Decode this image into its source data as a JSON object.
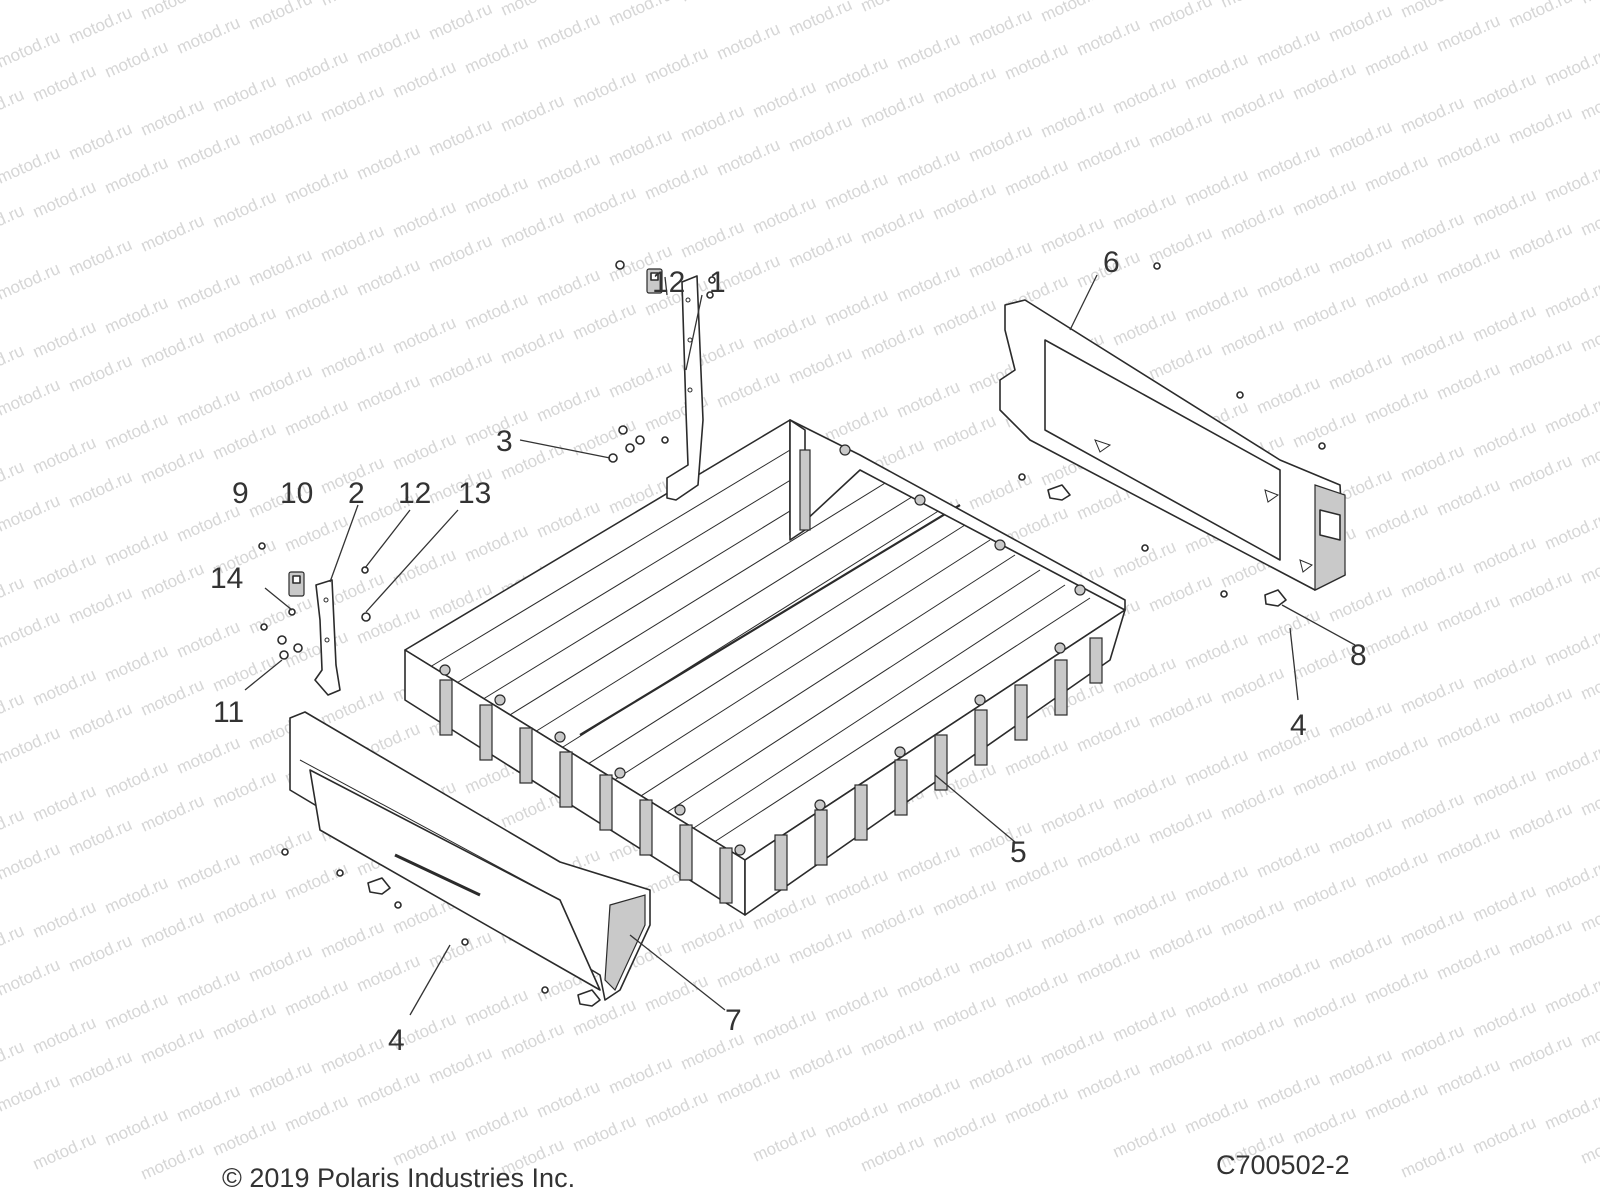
{
  "watermark_text": "motod.ru",
  "callouts": [
    {
      "id": "c12a",
      "label": "12"
    },
    {
      "id": "c1",
      "label": "1"
    },
    {
      "id": "c3",
      "label": "3"
    },
    {
      "id": "c6",
      "label": "6"
    },
    {
      "id": "c9",
      "label": "9"
    },
    {
      "id": "c10",
      "label": "10"
    },
    {
      "id": "c2",
      "label": "2"
    },
    {
      "id": "c12b",
      "label": "12"
    },
    {
      "id": "c13",
      "label": "13"
    },
    {
      "id": "c14",
      "label": "14"
    },
    {
      "id": "c11",
      "label": "11"
    },
    {
      "id": "c8",
      "label": "8"
    },
    {
      "id": "c4a",
      "label": "4"
    },
    {
      "id": "c5",
      "label": "5"
    },
    {
      "id": "c7",
      "label": "7"
    },
    {
      "id": "c4b",
      "label": "4"
    }
  ],
  "footer": {
    "copyright": "© 2019 Polaris Industries Inc.",
    "diagram_id": "C700502-2"
  },
  "colors": {
    "line": "#2b2b2b",
    "text": "#333333",
    "watermark": "#d6d6d6",
    "background": "#ffffff"
  }
}
